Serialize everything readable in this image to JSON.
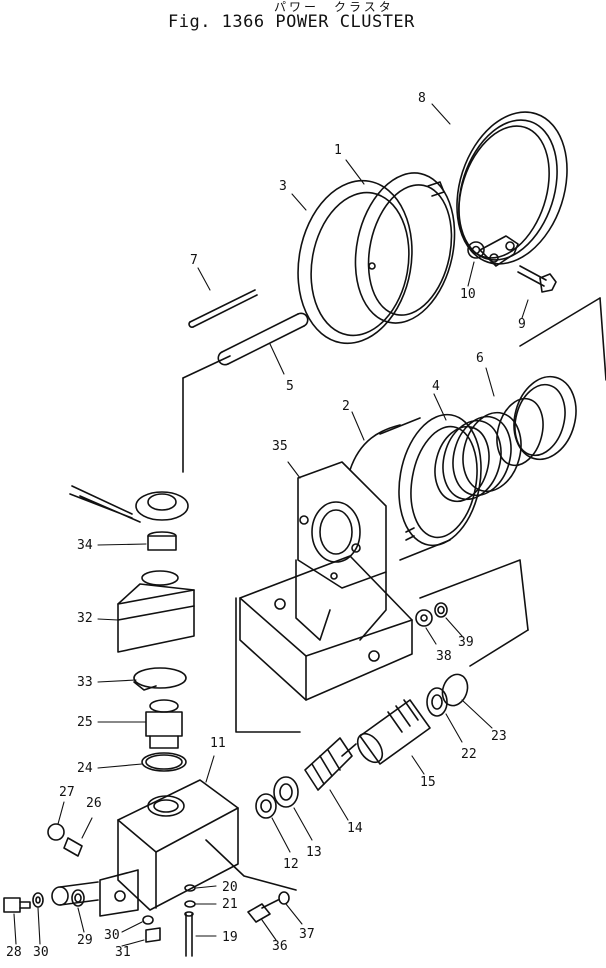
{
  "header": {
    "kana": "パワー　クラスタ",
    "title": "Fig. 1366  POWER  CLUSTER"
  },
  "callouts": [
    "1",
    "2",
    "3",
    "4",
    "5",
    "6",
    "7",
    "8",
    "9",
    "10",
    "11",
    "12",
    "13",
    "14",
    "15",
    "19",
    "20",
    "21",
    "22",
    "23",
    "24",
    "25",
    "26",
    "27",
    "28",
    "29",
    "30",
    "30",
    "31",
    "32",
    "33",
    "34",
    "35",
    "36",
    "37",
    "38",
    "39"
  ]
}
